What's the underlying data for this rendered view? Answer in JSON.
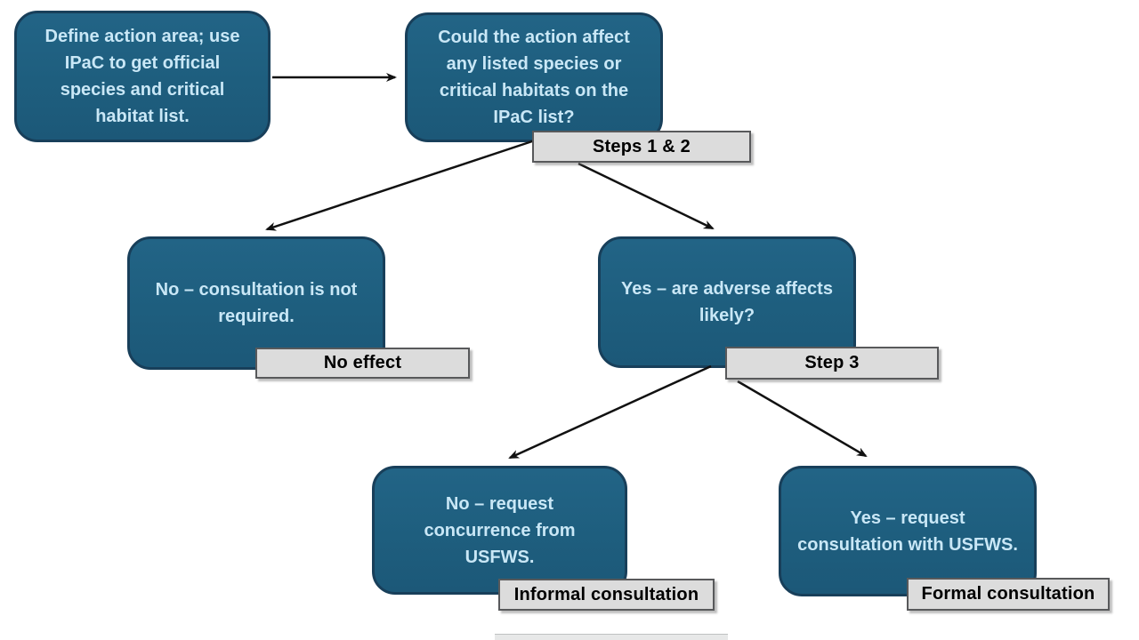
{
  "colors": {
    "node_fill": "#1e5e7e",
    "node_fill_top": "#226486",
    "node_border": "#183f5a",
    "node_text": "#c9e7f6",
    "tag_fill": "#dcdcdc",
    "tag_border": "#58595b",
    "tag_text": "#000000",
    "arrow": "#111111",
    "background": "#ffffff"
  },
  "diagram": {
    "type": "flowchart",
    "nodes": [
      {
        "id": "start",
        "text": "Define action area; use IPaC to get official species and critical habitat list."
      },
      {
        "id": "q1",
        "text": "Could the action affect any listed species or critical habitats on the IPaC list?",
        "tag": "Steps 1 & 2"
      },
      {
        "id": "noeffect",
        "text": "No – consultation is not required.",
        "tag": "No effect"
      },
      {
        "id": "q2",
        "text": "Yes – are adverse affects likely?",
        "tag": "Step 3"
      },
      {
        "id": "informal",
        "text": "No – request concurrence from USFWS.",
        "tag": "Informal consultation"
      },
      {
        "id": "formal",
        "text": "Yes – request consultation with USFWS.",
        "tag": "Formal consultation"
      }
    ],
    "edges": [
      {
        "from": "start",
        "to": "q1"
      },
      {
        "from": "q1",
        "to": "noeffect"
      },
      {
        "from": "q1",
        "to": "q2"
      },
      {
        "from": "q2",
        "to": "informal"
      },
      {
        "from": "q2",
        "to": "formal"
      }
    ]
  }
}
